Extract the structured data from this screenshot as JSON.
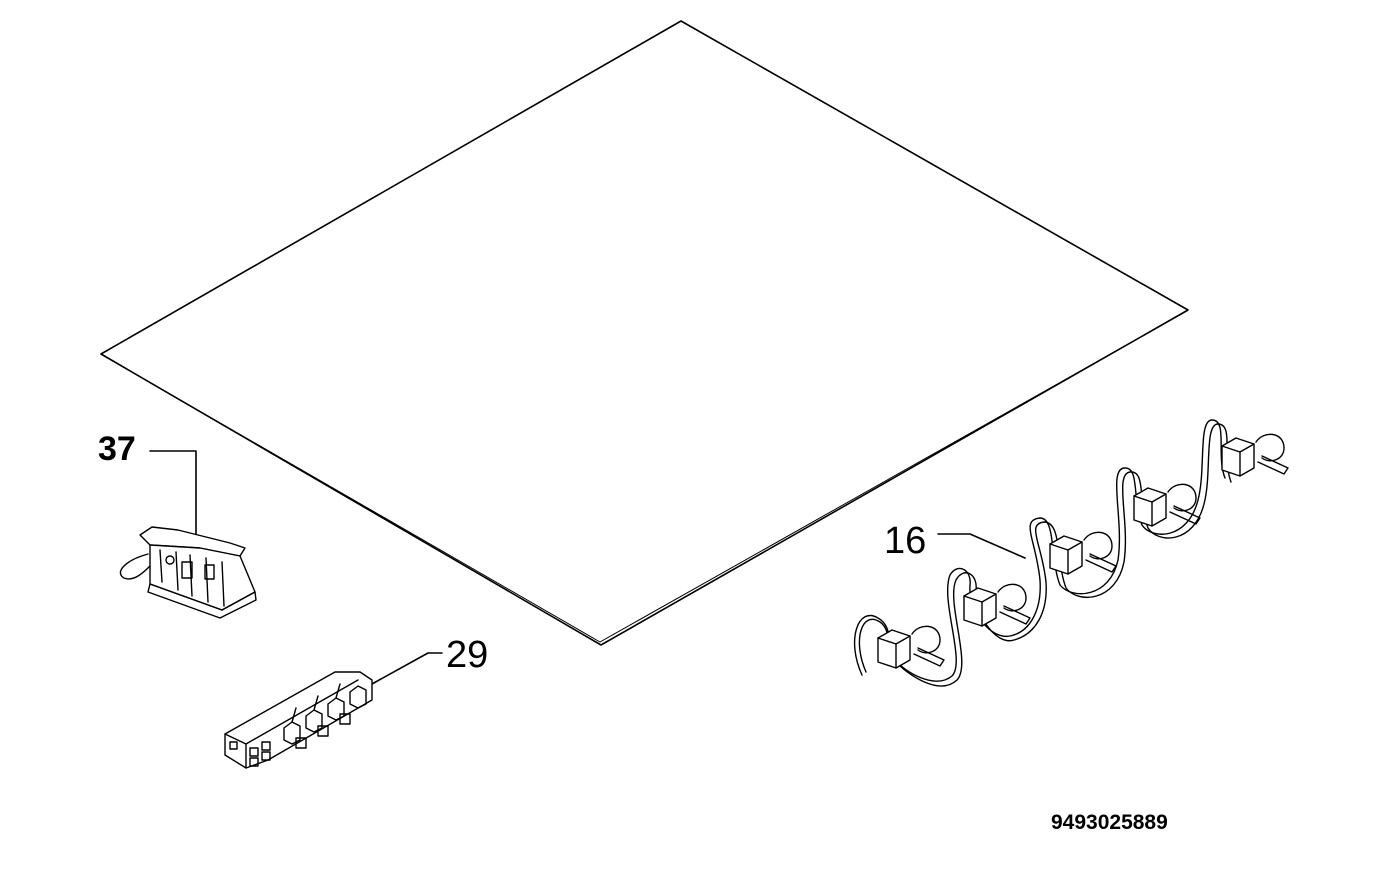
{
  "callouts": {
    "part_37": "37",
    "part_16": "16",
    "part_29": "29"
  },
  "reference_number": "9493025889",
  "colors": {
    "line": "#000000",
    "background": "#ffffff"
  }
}
